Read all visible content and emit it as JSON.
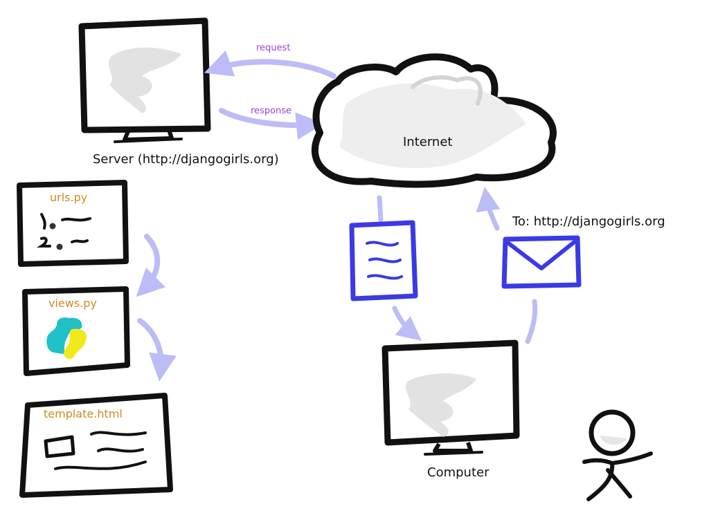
{
  "diagram": {
    "server_label": "Server (http://djangogirls.org)",
    "internet_label": "Internet",
    "computer_label": "Computer",
    "request_label": "request",
    "response_label": "response",
    "envelope_label": "To: http://djangogirls.org",
    "files": {
      "urls": "urls.py",
      "views": "views.py",
      "template": "template.html"
    }
  },
  "colors": {
    "ink": "#111111",
    "arrow": "#bcbcf6",
    "blue": "#3a3ae6",
    "purple_text": "#a33fd1",
    "orange_text": "#d08a22",
    "python_teal": "#1fc0c8",
    "python_yellow": "#f0ea1a",
    "smoke": "#e2e2e2"
  }
}
